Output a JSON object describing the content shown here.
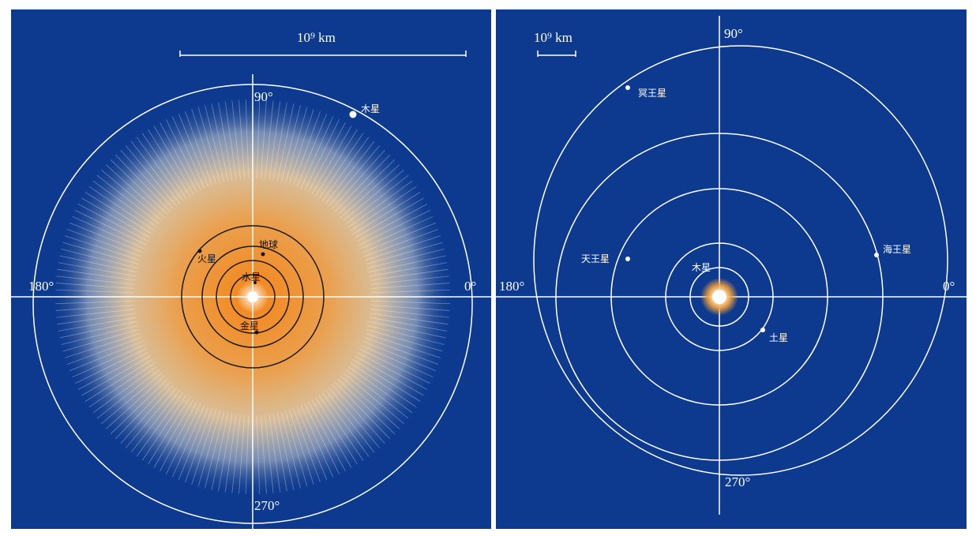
{
  "left_panel": {
    "scale_label": "10⁹ km",
    "angle_labels": {
      "top": "90°",
      "left": "180°",
      "right": "0°",
      "bottom": "270°"
    },
    "planets": [
      {
        "name": "木星"
      },
      {
        "name": "火星"
      },
      {
        "name": "地球"
      },
      {
        "name": "水星"
      },
      {
        "name": "金星"
      }
    ]
  },
  "right_panel": {
    "scale_label": "10⁹ km",
    "angle_labels": {
      "top": "90°",
      "left": "180°",
      "right": "0°",
      "bottom": "270°"
    },
    "planets": [
      {
        "name": "冥王星"
      },
      {
        "name": "天王星"
      },
      {
        "name": "海王星"
      },
      {
        "name": "木星"
      },
      {
        "name": "土星"
      }
    ]
  },
  "colors": {
    "background": "#0d3a8f",
    "orbit_outer": "#ffffff",
    "orbit_inner": "#1a1a1a",
    "sun_core": "#ffffff",
    "glow": "#f7a23a"
  }
}
